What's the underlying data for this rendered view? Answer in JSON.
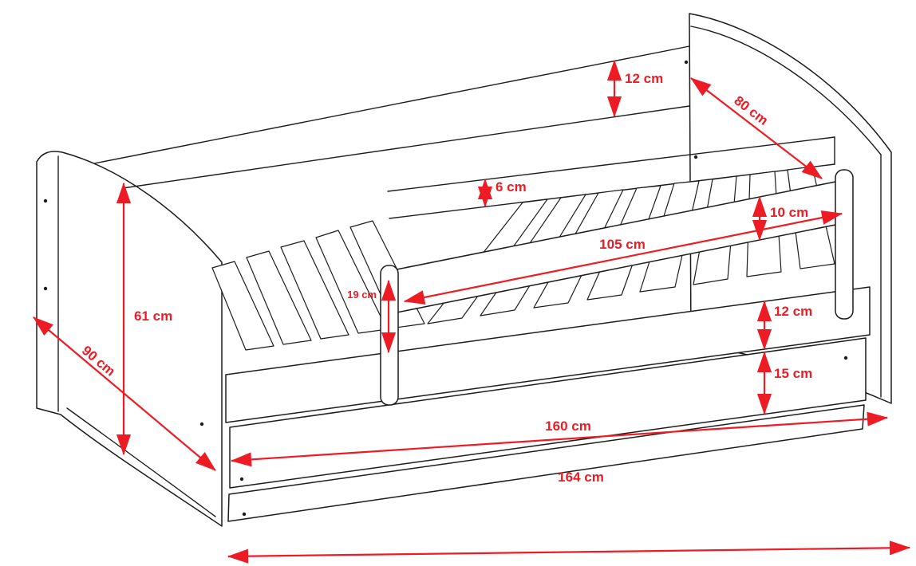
{
  "diagram": {
    "type": "furniture-dimension-drawing",
    "subject": "children's bed with slatted base, guard rail, headboard, footboard and under-bed drawer",
    "units": "cm",
    "colors": {
      "outline": "#1c1c1c",
      "dimension": "#ed1c24",
      "background": "#ffffff"
    },
    "dims": {
      "back_rail_height": {
        "label": "12 cm",
        "value": 12
      },
      "headboard_depth": {
        "label": "80 cm",
        "value": 80
      },
      "slat_frame_height": {
        "label": "6 cm",
        "value": 6
      },
      "guard_board_height": {
        "label": "10 cm",
        "value": 10
      },
      "guard_rail_length": {
        "label": "105 cm",
        "value": 105
      },
      "guard_post_height": {
        "label": "19 cm",
        "value": 19
      },
      "side_rail_height": {
        "label": "12 cm",
        "value": 12
      },
      "footboard_height": {
        "label": "61 cm",
        "value": 61
      },
      "bed_width": {
        "label": "90 cm",
        "value": 90
      },
      "drawer_height": {
        "label": "15 cm",
        "value": 15
      },
      "inner_length": {
        "label": "160 cm",
        "value": 160
      },
      "outer_length": {
        "label": "164 cm",
        "value": 164
      }
    }
  }
}
